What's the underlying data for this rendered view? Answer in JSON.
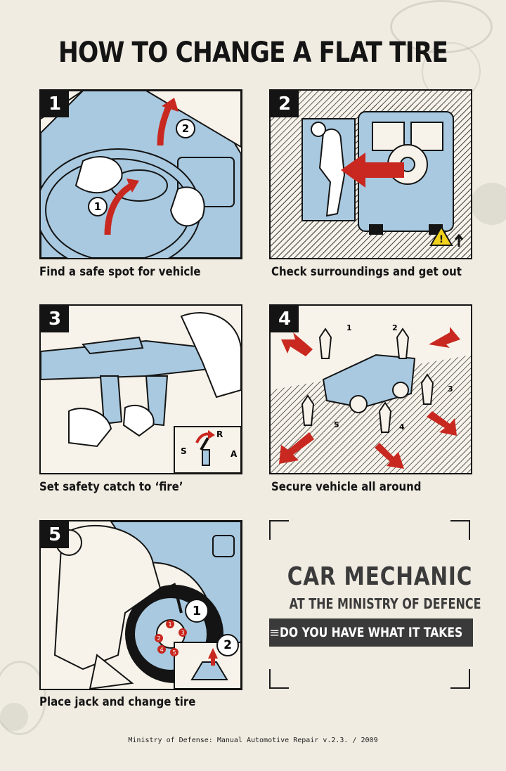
{
  "title": "HOW TO CHANGE A FLAT TIRE",
  "colors": {
    "panel_blue": "#a8c9e0",
    "arrow_red": "#c8281f",
    "ink": "#141414",
    "paper": "#f1ece2"
  },
  "steps": [
    {
      "number": "1",
      "caption": "Find a safe spot for vehicle",
      "markers": [
        "1",
        "2"
      ]
    },
    {
      "number": "2",
      "caption": "Check surroundings and get out"
    },
    {
      "number": "3",
      "caption": "Set safety catch to ‘fire’",
      "selector": [
        "S",
        "R",
        "A"
      ]
    },
    {
      "number": "4",
      "caption": "Secure vehicle all around",
      "positions": [
        "1",
        "2",
        "3",
        "4",
        "5"
      ]
    },
    {
      "number": "5",
      "caption": "Place jack and change tire",
      "markers": [
        "1",
        "2"
      ],
      "nut_order": [
        "1",
        "2",
        "3",
        "4",
        "5"
      ]
    }
  ],
  "promo": {
    "line1": "CAR MECHANIC",
    "line2": "AT THE MINISTRY OF DEFENCE",
    "band": "DO YOU HAVE WHAT IT TAKES"
  },
  "footer": "Ministry of Defense: Manual Automotive Repair v.2.3. / 2009"
}
